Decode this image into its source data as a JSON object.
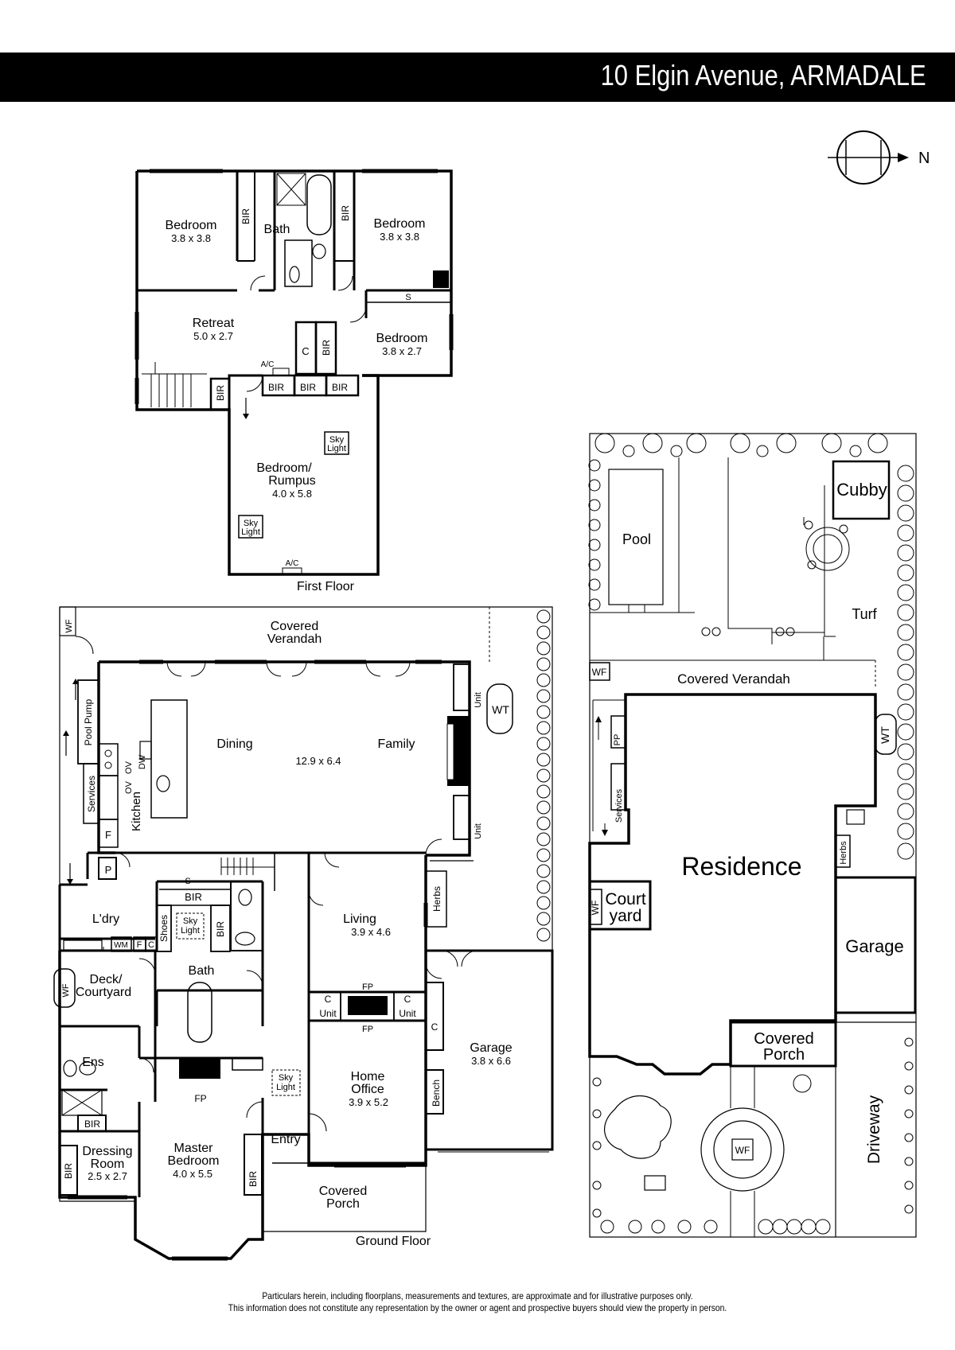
{
  "header": {
    "title": "10 Elgin Avenue, ARMADALE"
  },
  "compass": {
    "label": "N"
  },
  "first_floor": {
    "title": "First Floor",
    "bedroom_w": {
      "name": "Bedroom",
      "size": "3.8 x 3.8"
    },
    "bath": {
      "name": "Bath"
    },
    "bedroom_e": {
      "name": "Bedroom",
      "size": "3.8 x 3.8"
    },
    "retreat": {
      "name": "Retreat",
      "size": "5.0 x 2.7"
    },
    "bedroom_se": {
      "name": "Bedroom",
      "size": "3.8 x 2.7"
    },
    "rumpus": {
      "line1": "Bedroom/",
      "line2": "Rumpus",
      "size": "4.0 x 5.8"
    },
    "bir": "BIR",
    "c": "C",
    "s": "S",
    "ac": "A/C",
    "sky1": "Sky",
    "sky2": "Light"
  },
  "ground_floor": {
    "title": "Ground Floor",
    "wf": "WF",
    "covered_verandah_1": "Covered",
    "covered_verandah_2": "Verandah",
    "pool_pump": "Pool Pump",
    "services": "Services",
    "ov": "OV",
    "dw": "DW",
    "kitchen": "Kitchen",
    "f": "F",
    "p": "P",
    "dining": "Dining",
    "family": "Family",
    "main_size": "12.9 x 6.4",
    "fp": "FP",
    "unit": "Unit",
    "wt": "WT",
    "ldry": "L'dry",
    "wm": "WM",
    "s": "S",
    "bir": "BIR",
    "shoes": "Shoes",
    "c": "C",
    "sky1": "Sky",
    "sky2": "Light",
    "living": {
      "name": "Living",
      "size": "3.9 x 4.6"
    },
    "herbs": "Herbs",
    "bath": "Bath",
    "deck1": "Deck/",
    "deck2": "Courtyard",
    "ens": "Ens",
    "home_office": {
      "line1": "Home",
      "line2": "Office",
      "size": "3.9 x 5.2"
    },
    "garage": {
      "name": "Garage",
      "size": "3.8 x 6.6"
    },
    "bench": "Bench",
    "dressing": {
      "line1": "Dressing",
      "line2": "Room",
      "size": "2.5 x 2.7"
    },
    "master": {
      "line1": "Master",
      "line2": "Bedroom",
      "size": "4.0 x 5.5"
    },
    "entry": "Entry",
    "covered_porch_1": "Covered",
    "covered_porch_2": "Porch"
  },
  "site": {
    "pool": "Pool",
    "cubby": "Cubby",
    "turf": "Turf",
    "wf": "WF",
    "covered_verandah": "Covered Verandah",
    "pp": "PP",
    "services": "Services",
    "wt": "WT",
    "residence": "Residence",
    "herbs": "Herbs",
    "court1": "Court",
    "court2": "yard",
    "garage": "Garage",
    "covered_porch_1": "Covered",
    "covered_porch_2": "Porch",
    "driveway": "Driveway"
  },
  "disclaimer": {
    "line1": "Particulars herein, including floorplans, measurements and textures, are approximate and for illustrative purposes only.",
    "line2": "This information does not constitute any representation by the owner or agent and prospective buyers should view the property in person."
  }
}
